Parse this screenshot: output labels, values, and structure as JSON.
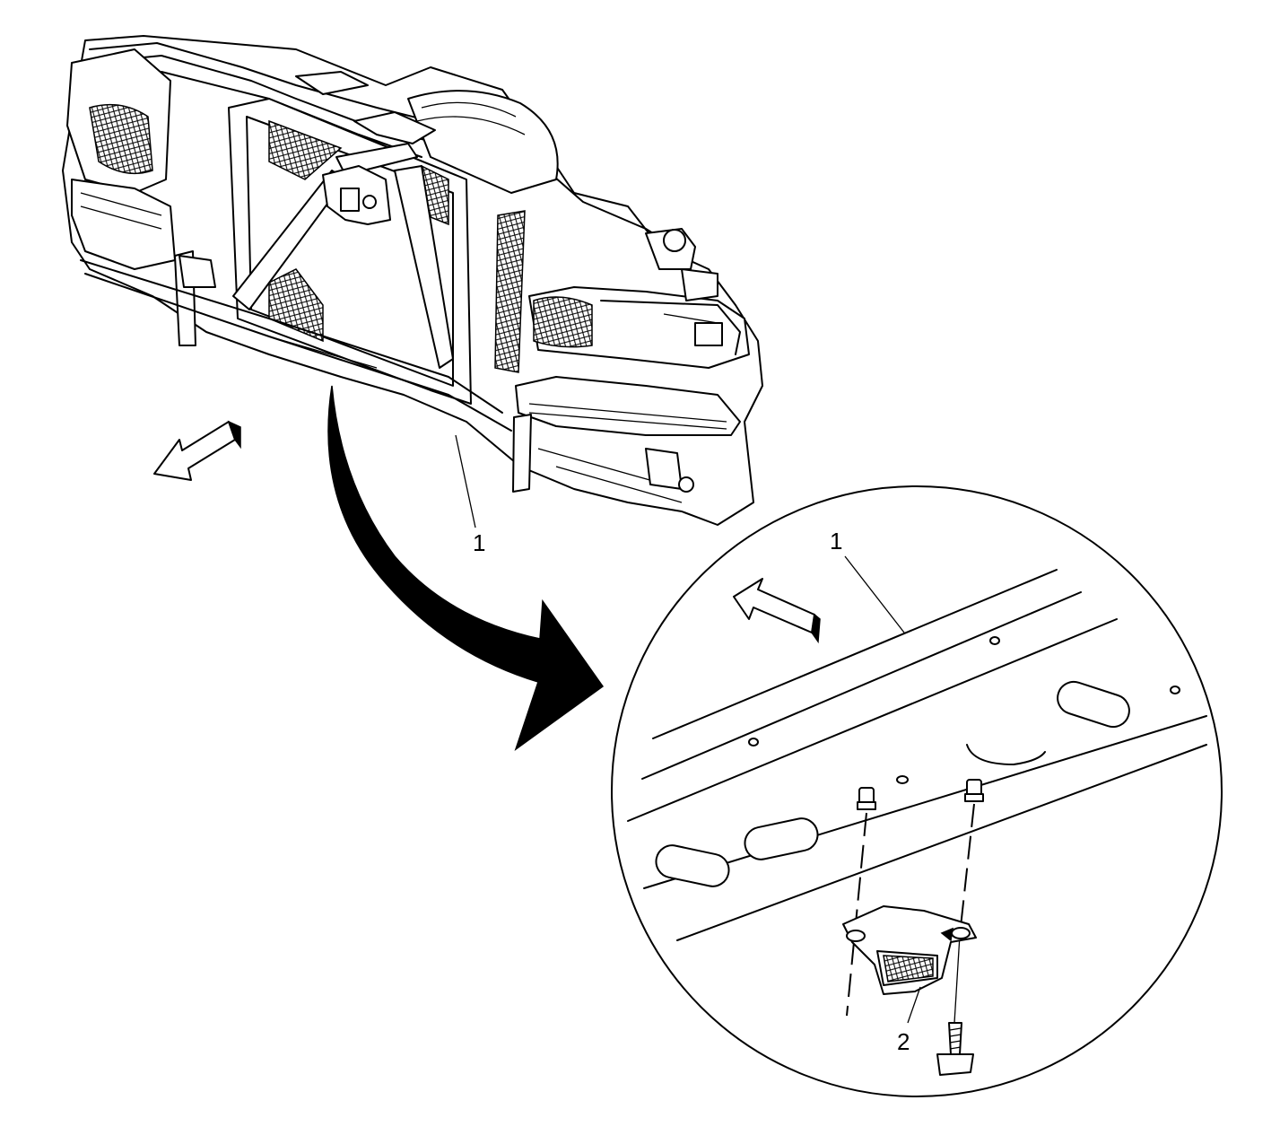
{
  "diagram": {
    "callouts": [
      {
        "id": "overview-1",
        "label": "1"
      },
      {
        "id": "detail-1",
        "label": "1"
      },
      {
        "id": "detail-2",
        "label": "2"
      }
    ],
    "colors": {
      "line": "#000000",
      "background": "#ffffff"
    },
    "icons": [
      "direction-arrow-icon",
      "detail-arrow-icon"
    ]
  }
}
